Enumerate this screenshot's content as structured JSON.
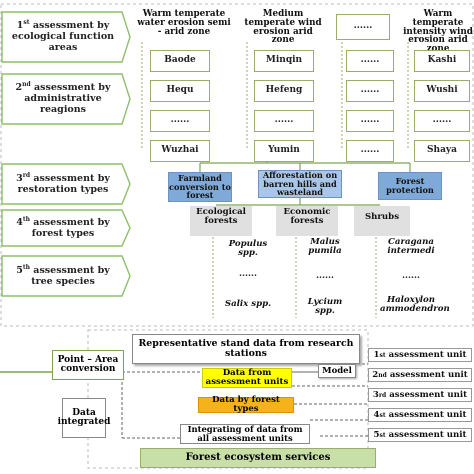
{
  "levels": [
    {
      "num": "1",
      "sup": "st",
      "text": "assessment by ecological function areas"
    },
    {
      "num": "2",
      "sup": "nd",
      "text": "assessment by administrative reagions"
    },
    {
      "num": "3",
      "sup": "rd",
      "text": "assessment by restoration types"
    },
    {
      "num": "4",
      "sup": "th",
      "text": "assessment by forest types"
    },
    {
      "num": "5",
      "sup": "th",
      "text": "assessment by tree species"
    }
  ],
  "function_areas": [
    {
      "name": "Warm temperate water erosion semi - arid zone",
      "counties": [
        "Baode",
        "Hequ",
        "......",
        "Wuzhai"
      ]
    },
    {
      "name": "Medium temperate wind erosion arid zone",
      "counties": [
        "Minqin",
        "Hefeng",
        "......",
        "Yumin"
      ]
    },
    {
      "name": "......",
      "counties": [
        "......",
        "......",
        "......",
        "......"
      ]
    },
    {
      "name": "Warm temperate intensity wind erosion arid zone",
      "counties": [
        "Kashi",
        "Wushi",
        "......",
        "Shaya"
      ]
    }
  ],
  "restoration_types": [
    "Farmland conversion to forest",
    "Afforestation on barren hills and wasteland",
    "Forest protection"
  ],
  "forest_types": [
    {
      "name": "Ecological forests",
      "species": [
        "Populus spp.",
        "......",
        "Salix spp."
      ]
    },
    {
      "name": "Economic forests",
      "species": [
        "Malus pumila",
        "......",
        "Lycium spp."
      ]
    },
    {
      "name": "Shrubs",
      "species": [
        "Caragana intermedi",
        "......",
        "Haloxylon ammodendron"
      ]
    }
  ],
  "representative_box": "Representative stand data from research stations",
  "point_area": "Point – Area conversion",
  "model": "Model",
  "data_from_units": "Data from assessment units",
  "data_integrated": "Data integrated",
  "data_by_forest": "Data by forest types",
  "integrating": "Integrating of data from all assessment units",
  "services": "Forest ecosystem services",
  "units": [
    {
      "num": "1",
      "sup": "st",
      "text": "assessment unit"
    },
    {
      "num": "2",
      "sup": "nd",
      "text": "assessment unit"
    },
    {
      "num": "3",
      "sup": "rd",
      "text": "assessment unit"
    },
    {
      "num": "4",
      "sup": "st",
      "text": "assessment unit"
    },
    {
      "num": "5",
      "sup": "st",
      "text": "assessment unit"
    }
  ],
  "colors": {
    "green_border": "#9aad6c",
    "arrow_green": "#8ebf6a",
    "blue": "#7ea9d8",
    "yellow": "#ffff00",
    "orange": "#f5b21a"
  }
}
